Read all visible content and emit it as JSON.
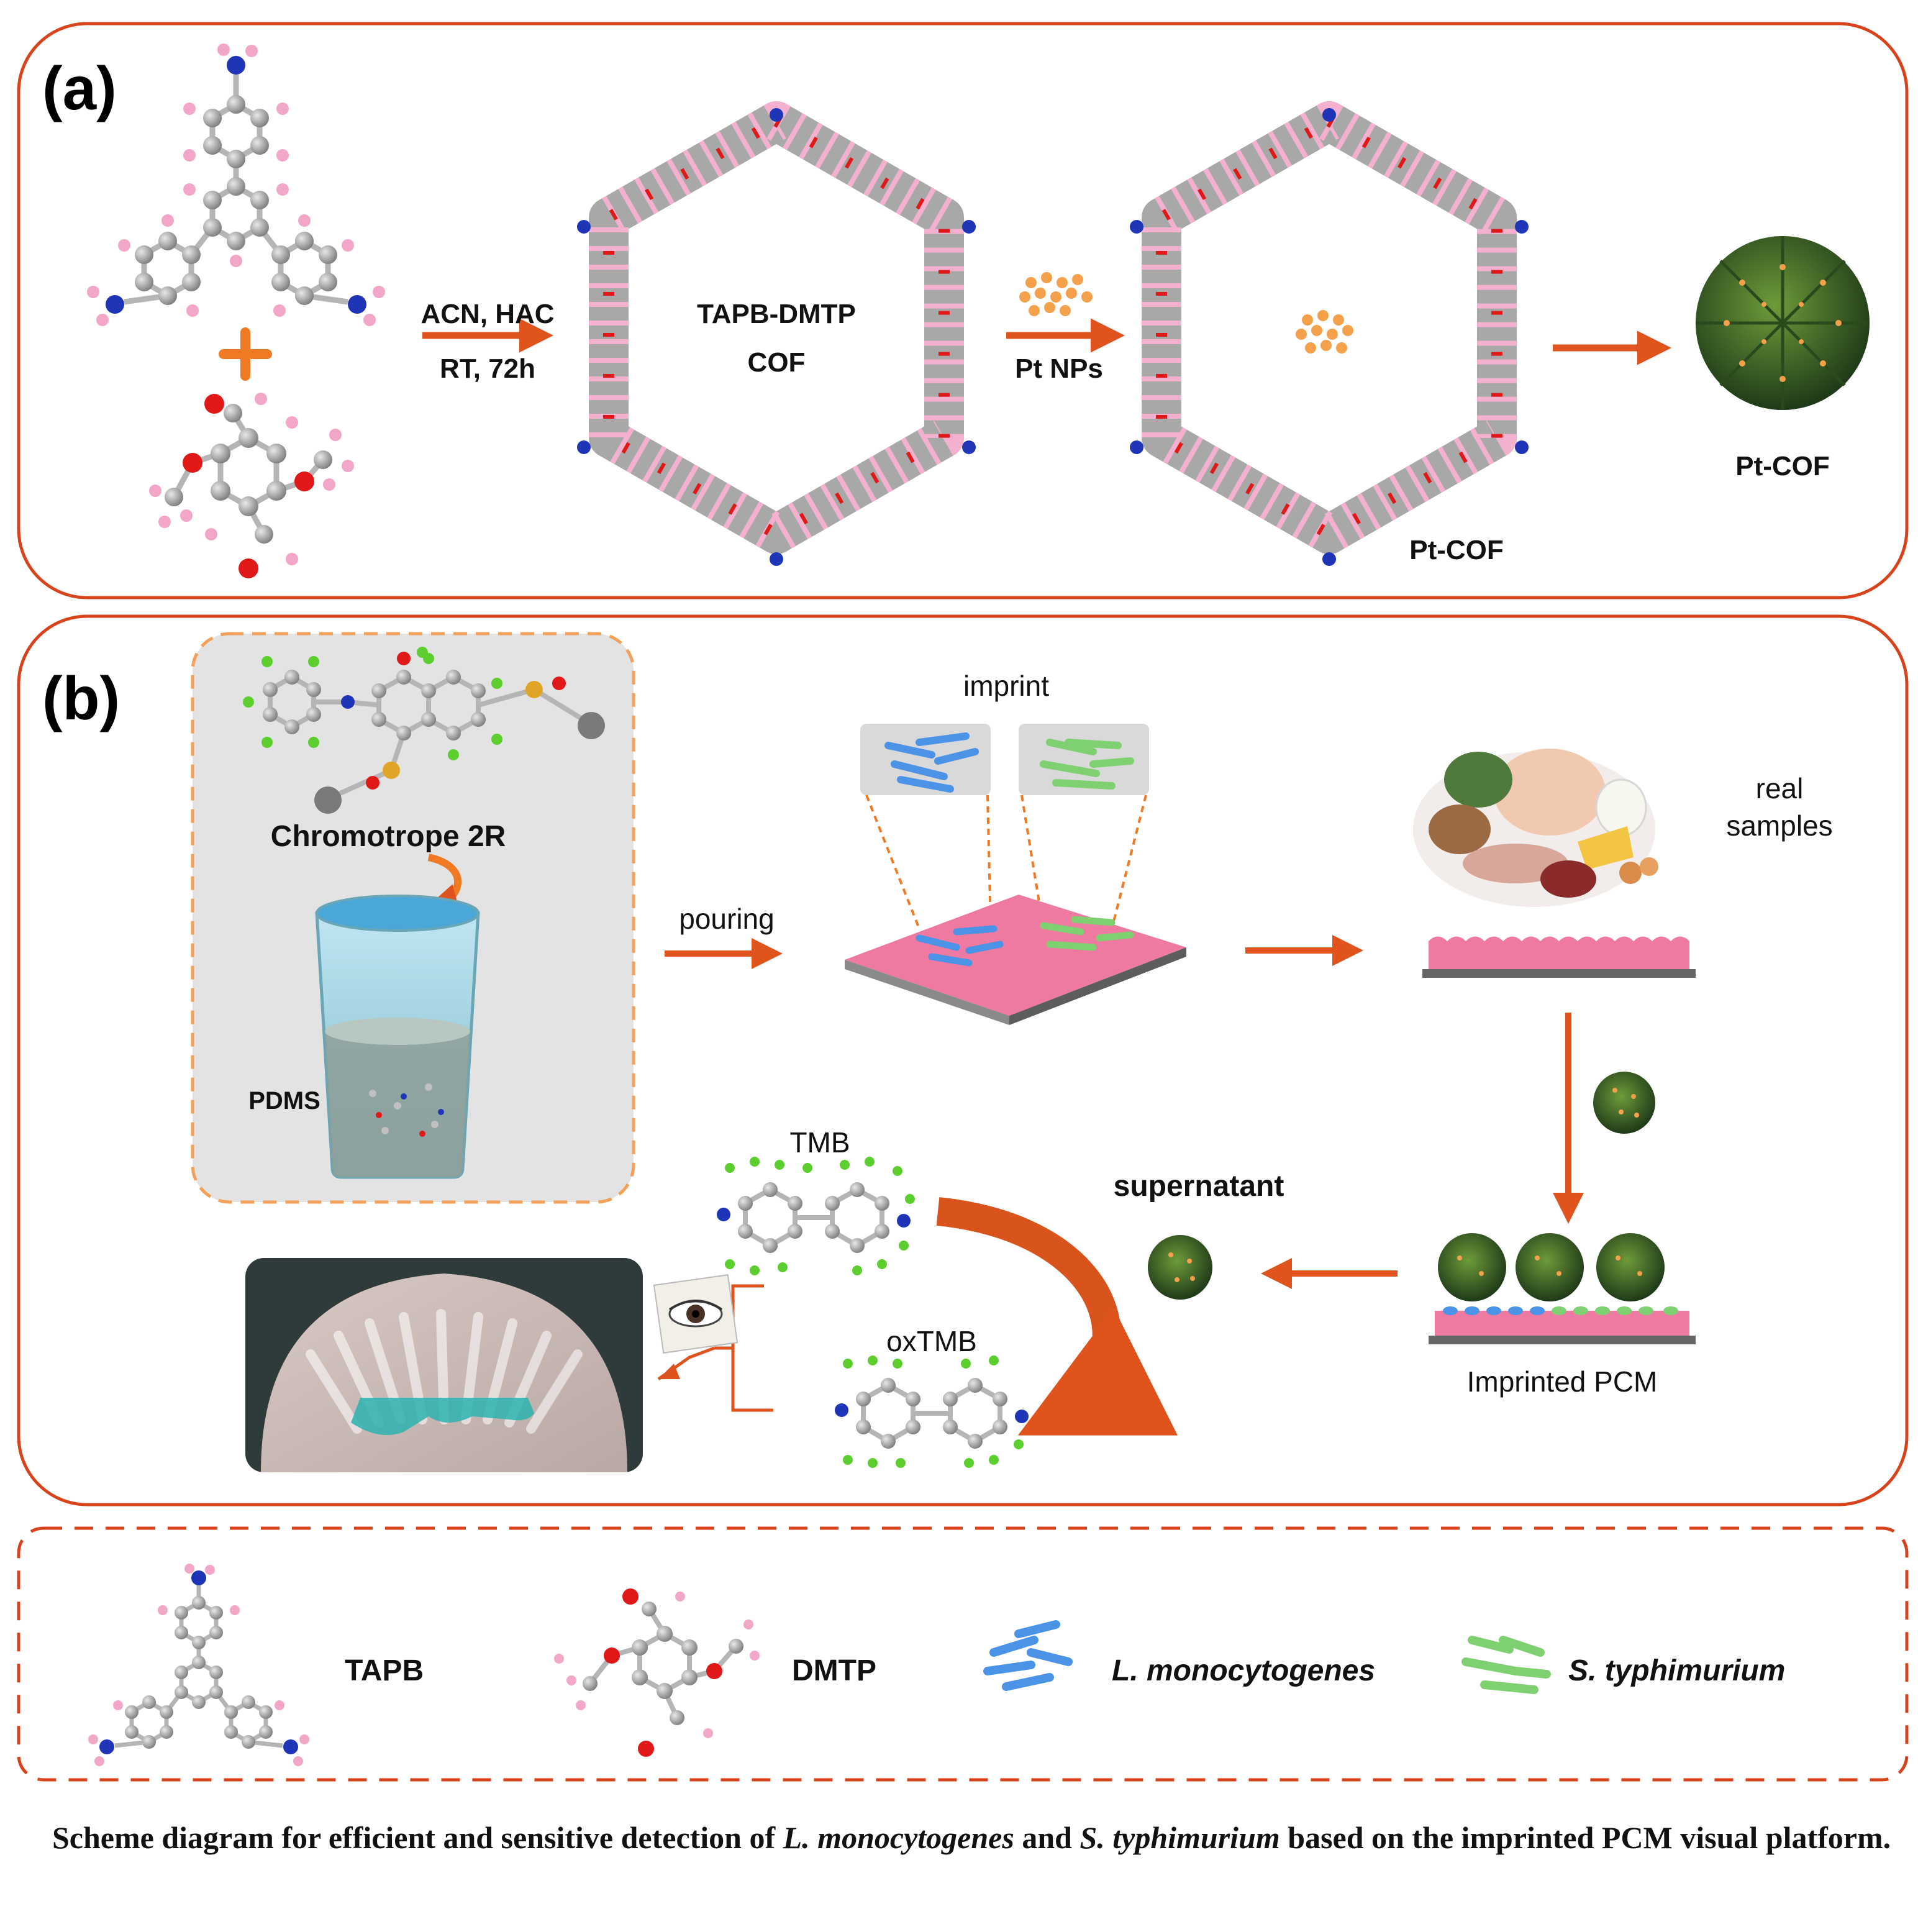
{
  "panel_a": {
    "label": "(a)",
    "reaction_top": "ACN, HAC",
    "reaction_bottom": "RT, 72h",
    "cof_line1": "TAPB-DMTP",
    "cof_line2": "COF",
    "pt_nps": "Pt NPs",
    "ptcof_framework": "Pt-COF",
    "ptcof_sphere": "Pt-COF"
  },
  "panel_b": {
    "label": "(b)",
    "chromotrope": "Chromotrope 2R",
    "pdms": "PDMS",
    "pouring": "pouring",
    "imprint": "imprint",
    "real_line1": "real",
    "real_line2": "samples",
    "tmb": "TMB",
    "oxtmb": "oxTMB",
    "supernatant": "supernatant",
    "imprinted_pcm": "Imprinted PCM"
  },
  "legend": {
    "tapb": "TAPB",
    "dmtp": "DMTP",
    "l_mono": "L. monocytogenes",
    "s_typhi": "S. typhimurium"
  },
  "caption": {
    "part1": "Scheme diagram for efficient and sensitive detection of ",
    "em1": "L. monocytogenes",
    "part2": " and ",
    "em2": "S. typhimurium",
    "part3": " based on the imprinted PCM visual platform."
  },
  "colors": {
    "frame": "#d9431b",
    "arrow": "#e0531d",
    "dash": "#f2a05a",
    "carbon": "#a0a0a0",
    "hydrogen": "#f2a6c8",
    "nitrogen": "#1f35b8",
    "oxygen": "#e01818",
    "chlorine_green": "#5ccf2e",
    "bacteria_blue": "#4a93e6",
    "bacteria_green": "#7fd070",
    "pdms_pink": "#ee6f99",
    "cof_green": "#3f6b2e",
    "tmb_blue": "#2bb3b0"
  }
}
